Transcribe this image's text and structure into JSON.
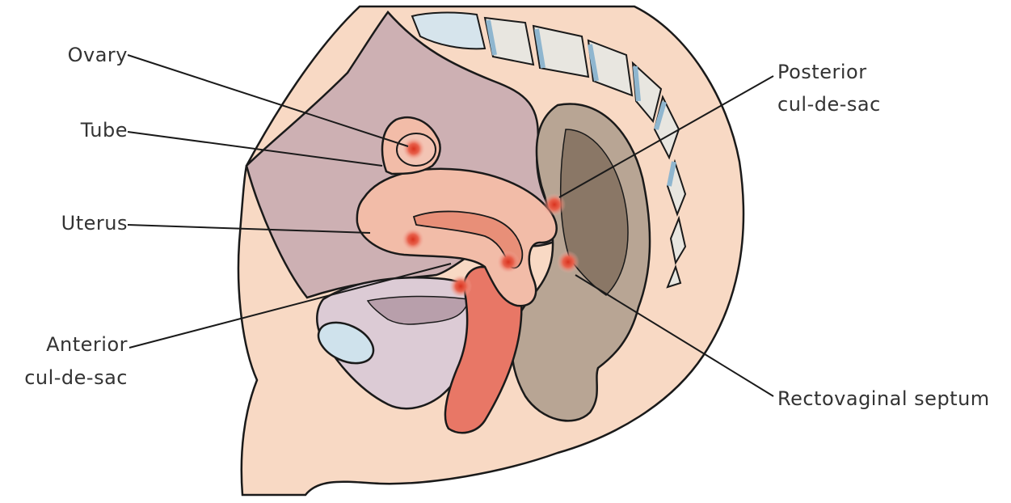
{
  "labels": {
    "ovary": "Ovary",
    "tube": "Tube",
    "uterus": "Uterus",
    "anterior_line1": "Anterior",
    "anterior_line2": "cul-de-sac",
    "posterior_line1": "Posterior",
    "posterior_line2": "cul-de-sac",
    "rectovaginal": "Rectovaginal septum"
  },
  "colors": {
    "skin": "#f8d9c4",
    "cavity": "#cdb0b3",
    "uterus": "#f2bca8",
    "uterus_inner": "#e88f78",
    "bladder": "#dccbd5",
    "bladder_inner": "#b89fab",
    "rectum": "#b8a594",
    "rectum_dark": "#8a7766",
    "vertebra": "#e8e6e0",
    "vertebra_edge": "#8fb6cf",
    "pubic_bone": "#cfe2ec",
    "vagina": "#e87766",
    "lesion": "#e0402e",
    "outline": "#1a1a1a"
  }
}
